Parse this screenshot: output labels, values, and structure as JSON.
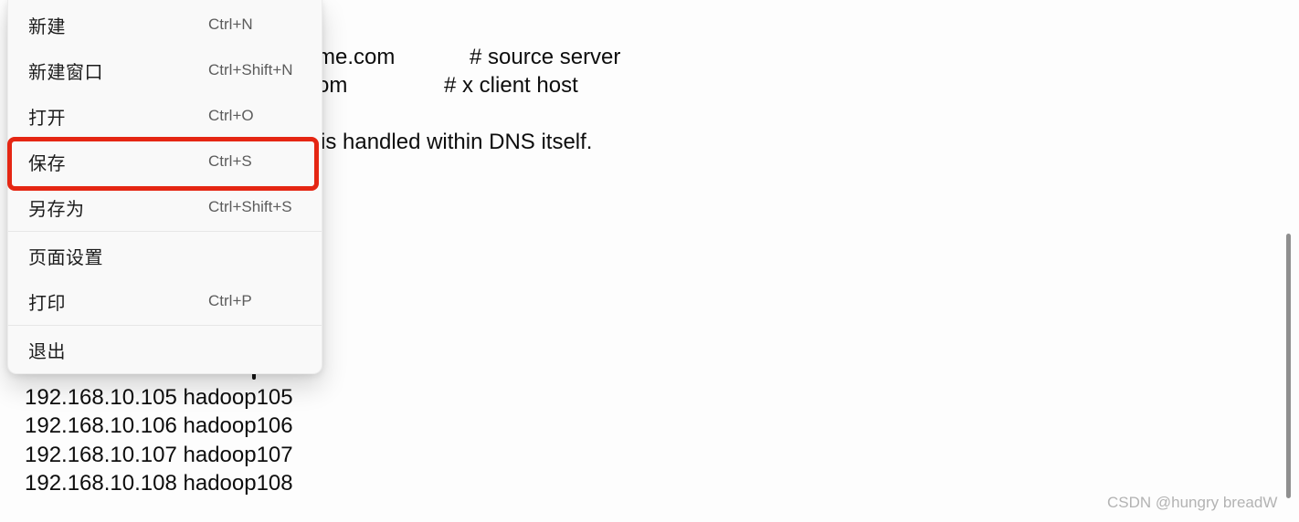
{
  "menu": {
    "items": [
      {
        "label": "新建",
        "shortcut": "Ctrl+N"
      },
      {
        "label": "新建窗口",
        "shortcut": "Ctrl+Shift+N"
      },
      {
        "label": "打开",
        "shortcut": "Ctrl+O"
      },
      {
        "label": "保存",
        "shortcut": "Ctrl+S",
        "highlighted": true
      },
      {
        "label": "另存为",
        "shortcut": "Ctrl+Shift+S"
      },
      {
        "label": "页面设置",
        "shortcut": ""
      },
      {
        "label": "打印",
        "shortcut": "Ctrl+P"
      },
      {
        "label": "退出",
        "shortcut": ""
      }
    ],
    "annotation_color": "#e52613"
  },
  "document": {
    "fragments": [
      {
        "text": "me.com"
      },
      {
        "text": "# source server"
      },
      {
        "text": "om"
      },
      {
        "text": "# x client host"
      },
      {
        "text": "is handled within DNS itself."
      }
    ],
    "host_lines": [
      "192.168.10.105 hadoop105",
      "192.168.10.106 hadoop106",
      "192.168.10.107 hadoop107",
      "192.168.10.108 hadoop108"
    ]
  },
  "watermark": "CSDN @hungry breadW"
}
